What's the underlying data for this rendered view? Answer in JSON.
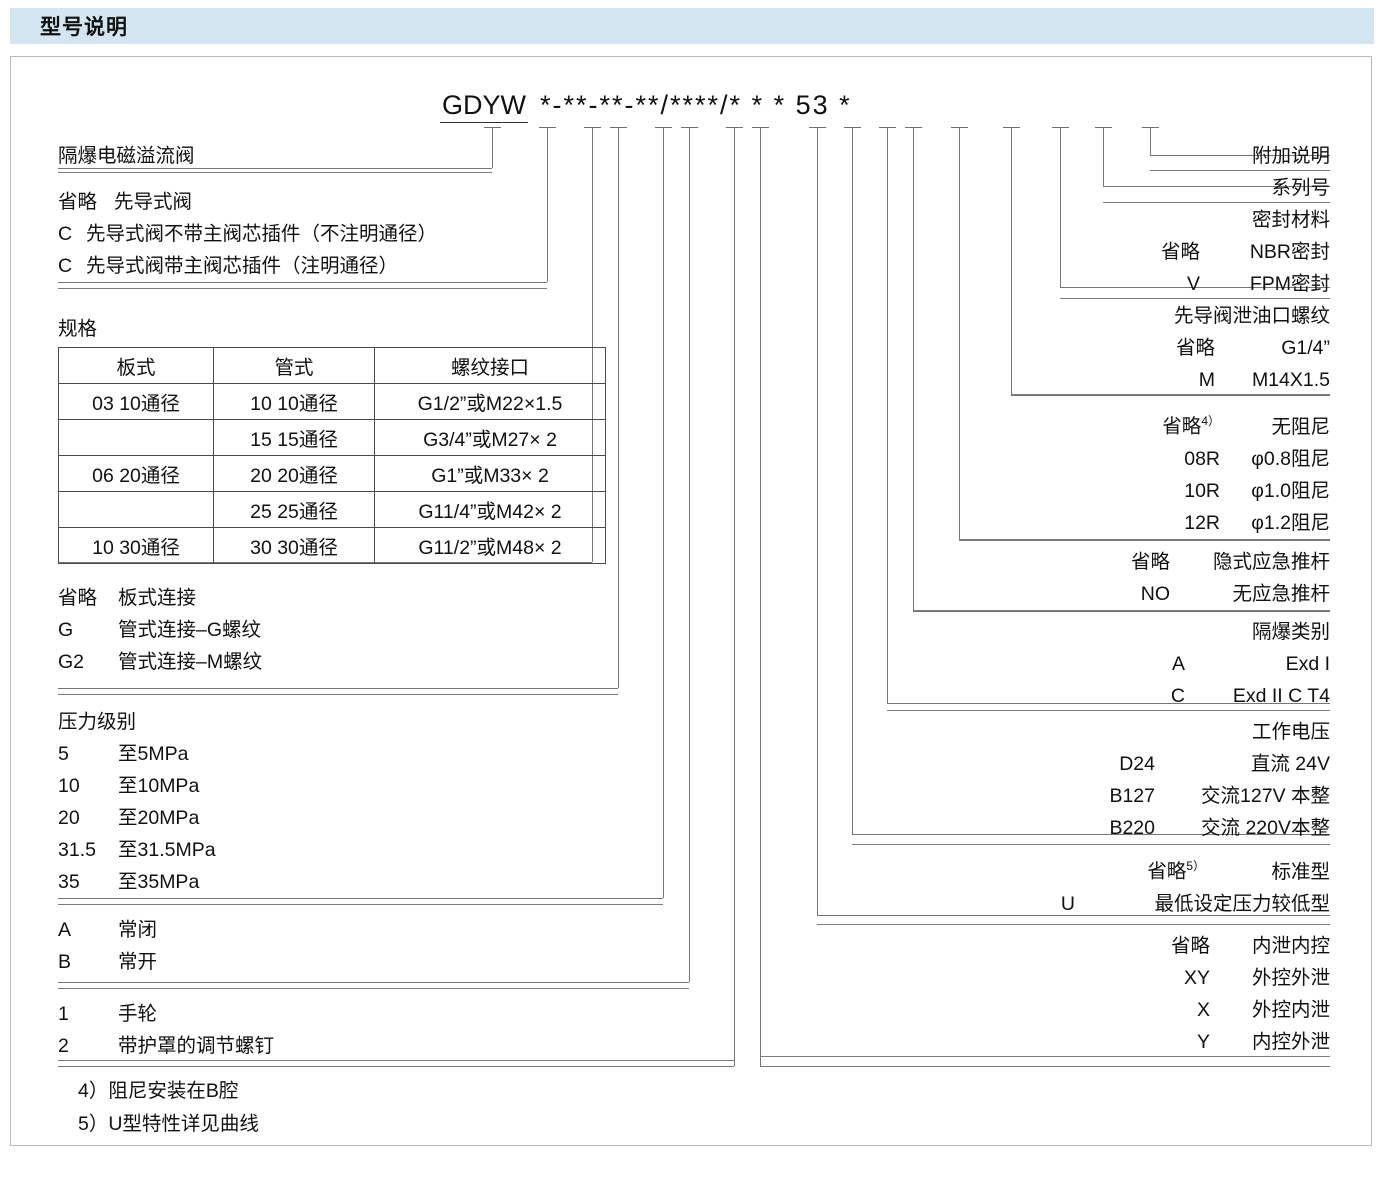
{
  "header": {
    "title": "型号说明"
  },
  "model_code": {
    "prefix": "GDYW",
    "rest": "*-**-**-**/****/*  *  * 53 *"
  },
  "left_groups": [
    {
      "name": "product-name",
      "rows": [
        {
          "code": "",
          "label": "隔爆电磁溢流阀"
        }
      ]
    },
    {
      "name": "pilot-type",
      "rows": [
        {
          "code": "省略",
          "label": "先导式阀"
        },
        {
          "code": "C",
          "label": "先导式阀不带主阀芯插件（不注明通径）"
        },
        {
          "code": "C",
          "label": "先导式阀带主阀芯插件（注明通径）"
        }
      ]
    },
    {
      "name": "connection-type",
      "rows": [
        {
          "code": "省略",
          "label": "板式连接"
        },
        {
          "code": "G",
          "label": "管式连接–G螺纹"
        },
        {
          "code": "G2",
          "label": "管式连接–M螺纹"
        }
      ]
    },
    {
      "name": "pressure-level",
      "heading": "压力级别",
      "rows": [
        {
          "code": "5",
          "label": "至5MPa"
        },
        {
          "code": "10",
          "label": "至10MPa"
        },
        {
          "code": "20",
          "label": "至20MPa"
        },
        {
          "code": "31.5",
          "label": "至31.5MPa"
        },
        {
          "code": "35",
          "label": "至35MPa"
        }
      ]
    },
    {
      "name": "valve-state",
      "rows": [
        {
          "code": "A",
          "label": "常闭"
        },
        {
          "code": "B",
          "label": "常开"
        }
      ]
    },
    {
      "name": "adjust-device",
      "rows": [
        {
          "code": "1",
          "label": "手轮"
        },
        {
          "code": "2",
          "label": "带护罩的调节螺钉"
        }
      ]
    }
  ],
  "spec_table": {
    "heading": "规格",
    "columns": [
      "板式",
      "管式",
      "螺纹接口"
    ],
    "rows": [
      [
        "03  10通径",
        "10  10通径",
        "G1/2”或M22×1.5"
      ],
      [
        "",
        "15  15通径",
        "G3/4”或M27× 2"
      ],
      [
        "06  20通径",
        "20  20通径",
        "G1”或M33× 2"
      ],
      [
        "",
        "25  25通径",
        "G11/4”或M42× 2"
      ],
      [
        "10  30通径",
        "30  30通径",
        "G11/2”或M48× 2"
      ]
    ]
  },
  "right_groups": [
    {
      "name": "additional-note",
      "rows": [
        {
          "code": "",
          "label": "附加说明"
        }
      ]
    },
    {
      "name": "series-number",
      "rows": [
        {
          "code": "",
          "label": "系列号"
        }
      ]
    },
    {
      "name": "seal-material",
      "rows": [
        {
          "code": "",
          "label": "密封材料"
        },
        {
          "code": "省略",
          "label": "NBR密封"
        },
        {
          "code": "V",
          "label": "FPM密封"
        }
      ]
    },
    {
      "name": "pilot-drain-thread",
      "rows": [
        {
          "code": "",
          "label": "先导阀泄油口螺纹"
        },
        {
          "code": "省略",
          "label": "G1/4”"
        },
        {
          "code": "M",
          "label": "M14X1.5"
        }
      ]
    },
    {
      "name": "damping",
      "rows": [
        {
          "code": "省略",
          "sup": "4）",
          "label": "无阻尼"
        },
        {
          "code": "08R",
          "label": "φ0.8阻尼"
        },
        {
          "code": "10R",
          "label": "φ1.0阻尼"
        },
        {
          "code": "12R",
          "label": "φ1.2阻尼"
        }
      ]
    },
    {
      "name": "emergency-push-rod",
      "rows": [
        {
          "code": "省略",
          "label": "隐式应急推杆"
        },
        {
          "code": "NO",
          "label": "无应急推杆"
        }
      ]
    },
    {
      "name": "explosion-proof-class",
      "rows": [
        {
          "code": "",
          "label": "隔爆类别"
        },
        {
          "code": "A",
          "label": "Exd I"
        },
        {
          "code": "C",
          "label": "Exd II C  T4"
        }
      ]
    },
    {
      "name": "working-voltage",
      "rows": [
        {
          "code": "",
          "label": "工作电压"
        },
        {
          "code": "D24",
          "label": "直流 24V"
        },
        {
          "code": "B127",
          "label": "交流127V 本整"
        },
        {
          "code": "B220",
          "label": "交流 220V本整"
        }
      ]
    },
    {
      "name": "characteristic-type",
      "rows": [
        {
          "code": "省略",
          "sup": "5）",
          "label": "标准型"
        },
        {
          "code": "U",
          "label": "最低设定压力较低型"
        }
      ]
    },
    {
      "name": "control-drain",
      "rows": [
        {
          "code": "省略",
          "label": "内泄内控"
        },
        {
          "code": "XY",
          "label": "外控外泄"
        },
        {
          "code": "X",
          "label": "外控内泄"
        },
        {
          "code": "Y",
          "label": "内控外泄"
        }
      ]
    }
  ],
  "footnotes": [
    "4）阻尼安装在B腔",
    "5）U型特性详见曲线"
  ],
  "colors": {
    "banner": "#d5e6f3",
    "frame_border": "#b9b9b9",
    "line": "#7d7d7d",
    "text": "#111111"
  }
}
